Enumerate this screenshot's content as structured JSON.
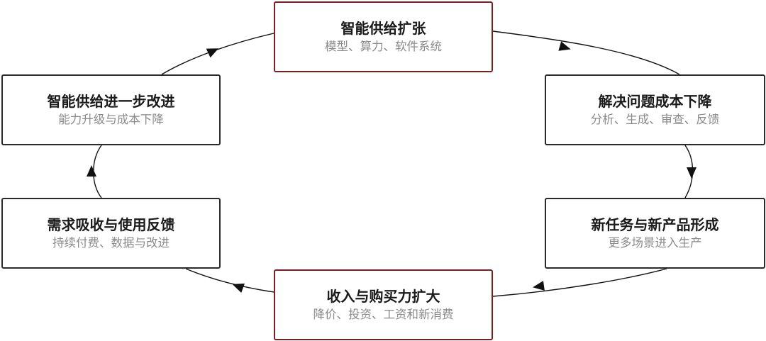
{
  "diagram": {
    "nodes": [
      {
        "id": "top",
        "title": "智能供给扩张",
        "subtitle": "模型、算力、软件系统"
      },
      {
        "id": "rt",
        "title": "解决问题成本下降",
        "subtitle": "分析、生成、审查、反馈"
      },
      {
        "id": "rb",
        "title": "新任务与新产品形成",
        "subtitle": "更多场景进入生产"
      },
      {
        "id": "bottom",
        "title": "收入与购买力扩大",
        "subtitle": "降价、投资、工资和新消费"
      },
      {
        "id": "lb",
        "title": "需求吸收与使用反馈",
        "subtitle": "持续付费、数据与改进"
      },
      {
        "id": "lt",
        "title": "智能供给进一步改进",
        "subtitle": "能力升级与成本下降"
      }
    ],
    "flow": [
      "top",
      "rt",
      "rb",
      "bottom",
      "lb",
      "lt",
      "top"
    ],
    "colors": {
      "accent_border": "#7a1f1f",
      "border": "#2b2b2b",
      "title": "#1a1a1a",
      "subtitle": "#8a8a8a",
      "line": "#111111"
    }
  }
}
